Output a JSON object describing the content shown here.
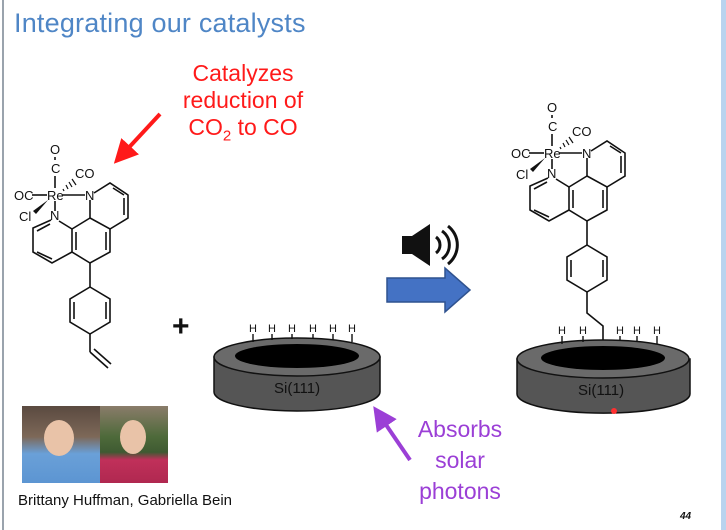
{
  "slide": {
    "title": "Integrating our catalysts",
    "red_note": [
      "Catalyzes",
      "reduction of",
      "CO",
      "2",
      " to CO"
    ],
    "purple_note": [
      "Absorbs",
      "solar",
      "photons"
    ],
    "caption": "Brittany Huffman, Gabriella Bein",
    "page_number": "44",
    "plus": "+",
    "surface_label": "Si(111)",
    "atoms": {
      "re": "Re",
      "n": "N",
      "cl": "Cl",
      "oc": "OC",
      "co": "CO",
      "c": "C",
      "o": "O",
      "h": "H"
    },
    "colors": {
      "title": "#4f86c6",
      "red": "#ff1a1a",
      "purple": "#9b3fd6",
      "arrow_blue": "#4472c4"
    },
    "icons": [
      "speaker-icon",
      "right-arrow-icon"
    ]
  }
}
